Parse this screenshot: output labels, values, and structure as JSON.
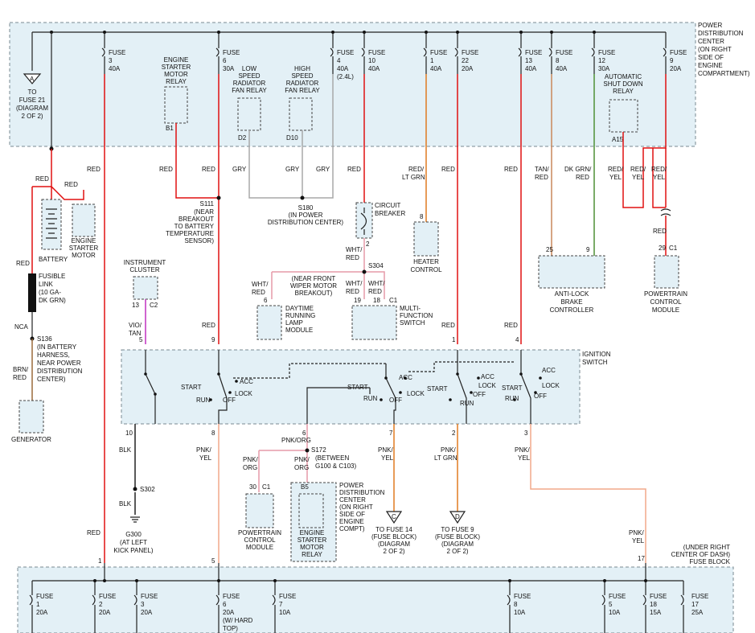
{
  "pdc_top": {
    "label": [
      "POWER",
      "DISTRIBUTION",
      "CENTER",
      "(ON RIGHT",
      "SIDE OF",
      "ENGINE",
      "COMPARTMENT)"
    ]
  },
  "fuses_top": [
    {
      "lines": [
        "FUSE",
        "3",
        "40A"
      ]
    },
    {
      "lines": [
        "FUSE",
        "6",
        "30A"
      ]
    },
    {
      "lines": [
        "FUSE",
        "4",
        "40A",
        "(2.4L)"
      ]
    },
    {
      "lines": [
        "FUSE",
        "10",
        "40A"
      ]
    },
    {
      "lines": [
        "FUSE",
        "1",
        "40A"
      ]
    },
    {
      "lines": [
        "FUSE",
        "22",
        "20A"
      ]
    },
    {
      "lines": [
        "FUSE",
        "13",
        "40A"
      ]
    },
    {
      "lines": [
        "FUSE",
        "8",
        "40A"
      ]
    },
    {
      "lines": [
        "FUSE",
        "12",
        "30A"
      ]
    },
    {
      "lines": [
        "FUSE",
        "9",
        "20A"
      ]
    }
  ],
  "to_fuse21": [
    "TO",
    "FUSE 21",
    "(DIAGRAM",
    "2 OF 2)"
  ],
  "conn_a": "A",
  "relays_top": [
    {
      "lines": [
        "ENGINE",
        "STARTER",
        "MOTOR",
        "RELAY"
      ],
      "pin": "B1"
    },
    {
      "lines": [
        "LOW",
        "SPEED",
        "RADIATOR",
        "FAN RELAY"
      ],
      "pin": "D2"
    },
    {
      "lines": [
        "HIGH",
        "SPEED",
        "RADIATOR",
        "FAN RELAY"
      ],
      "pin": "D10"
    },
    {
      "lines": [
        "AUTOMATIC",
        "SHUT DOWN",
        "RELAY"
      ],
      "pin": "A15"
    }
  ],
  "wire_labels": {
    "red": "RED",
    "gry": "GRY",
    "red_lt_grn": [
      "RED/",
      "LT GRN"
    ],
    "tan_red": [
      "TAN/",
      "RED"
    ],
    "dk_grn_red": [
      "DK GRN/",
      "RED"
    ],
    "red_yel": [
      "RED/",
      "YEL"
    ],
    "wht_red": [
      "WHT/",
      "RED"
    ],
    "vio_tan": [
      "VIO/",
      "TAN"
    ],
    "brn_red": [
      "BRN/",
      "RED"
    ],
    "blk": "BLK",
    "pnk_yel": [
      "PNK/",
      "YEL"
    ],
    "pnk_lt_grn": [
      "PNK/",
      "LT GRN"
    ],
    "pnk_org": "PNK/ORG",
    "pnk_org2": [
      "PNK/",
      "ORG"
    ],
    "nca": "NCA"
  },
  "splices": {
    "s111": [
      "S111",
      "(NEAR",
      "BREAKOUT",
      "TO BATTERY",
      "TEMPERATURE",
      "SENSOR)"
    ],
    "s180": [
      "S180",
      "(IN POWER",
      "DISTRIBUTION CENTER)"
    ],
    "s304": "S304",
    "s304_note": [
      "(NEAR FRONT",
      "WIPER MOTOR",
      "BREAKOUT)"
    ],
    "s136": [
      "S136",
      "(IN BATTERY",
      "HARNESS,",
      "NEAR POWER",
      "DISTRIBUTION",
      "CENTER)"
    ],
    "s302": "S302",
    "s172": [
      "S172",
      "(BETWEEN",
      "G100 & C103)"
    ]
  },
  "components": {
    "battery": "BATTERY",
    "starter_motor": [
      "ENGINE",
      "STARTER",
      "MOTOR"
    ],
    "fusible_link": [
      "FUSIBLE",
      "LINK",
      "(10 GA-",
      "DK GRN)"
    ],
    "generator": "GENERATOR",
    "circuit_breaker": [
      "CIRCUIT",
      "BREAKER"
    ],
    "heater_control": [
      "HEATER",
      "CONTROL"
    ],
    "abs": [
      "ANTI-LOCK",
      "BRAKE",
      "CONTROLLER"
    ],
    "pcm_top": [
      "POWERTRAIN",
      "CONTROL",
      "MODULE"
    ],
    "instrument_cluster": [
      "INSTRUMENT",
      "CLUSTER"
    ],
    "drl": [
      "DAYTIME",
      "RUNNING",
      "LAMP",
      "MODULE"
    ],
    "mfs": [
      "MULTI-",
      "FUNCTION",
      "SWITCH"
    ],
    "ignition_switch": [
      "IGNITION",
      "SWITCH"
    ],
    "g300": [
      "G300",
      "(AT LEFT",
      "KICK PANEL)"
    ],
    "pcm_bottom": [
      "POWERTRAIN",
      "CONTROL",
      "MODULE"
    ],
    "pdc_bottom": [
      "POWER",
      "DISTRIBUTION",
      "CENTER",
      "(ON RIGHT",
      "SIDE OF",
      "ENGINE",
      "COMPT)"
    ],
    "esm_relay_bottom": [
      "ENGINE",
      "STARTER",
      "MOTOR",
      "RELAY"
    ],
    "to_fuse14": [
      "TO FUSE 14",
      "(FUSE BLOCK)",
      "(DIAGRAM",
      "2 OF 2)"
    ],
    "to_fuse9": [
      "TO FUSE 9",
      "(FUSE BLOCK)",
      "(DIAGRAM",
      "2 OF 2)"
    ],
    "fuse_block": [
      "(UNDER RIGHT",
      "CENTER OF DASH)",
      "FUSE BLOCK"
    ]
  },
  "pins": {
    "p8": "8",
    "p25": "25",
    "p9": "9",
    "p29": "29",
    "c1": "C1",
    "c2": "C2",
    "p13": "13",
    "p6": "6",
    "p19": "19",
    "p18": "18",
    "p2": "2",
    "p1": "1",
    "p5": "5",
    "p4": "4",
    "p10": "10",
    "p7": "7",
    "p3": "3",
    "p30": "30",
    "p17": "17",
    "b5": "B5"
  },
  "switch_positions": {
    "start": "START",
    "run": "RUN",
    "off": "OFF",
    "lock": "LOCK",
    "acc": "ACC"
  },
  "conn_c": "C",
  "conn_d": "D",
  "fuses_bottom": [
    {
      "lines": [
        "FUSE",
        "1",
        "20A"
      ]
    },
    {
      "lines": [
        "FUSE",
        "2",
        "20A"
      ]
    },
    {
      "lines": [
        "FUSE",
        "3",
        "20A"
      ]
    },
    {
      "lines": [
        "FUSE",
        "6",
        "20A",
        "(W/ HARD",
        "TOP)"
      ]
    },
    {
      "lines": [
        "FUSE",
        "7",
        "10A"
      ]
    },
    {
      "lines": [
        "FUSE",
        "8",
        "10A"
      ]
    },
    {
      "lines": [
        "FUSE",
        "5",
        "10A"
      ]
    },
    {
      "lines": [
        "FUSE",
        "18",
        "15A"
      ]
    },
    {
      "lines": [
        "FUSE",
        "17",
        "25A"
      ]
    }
  ]
}
